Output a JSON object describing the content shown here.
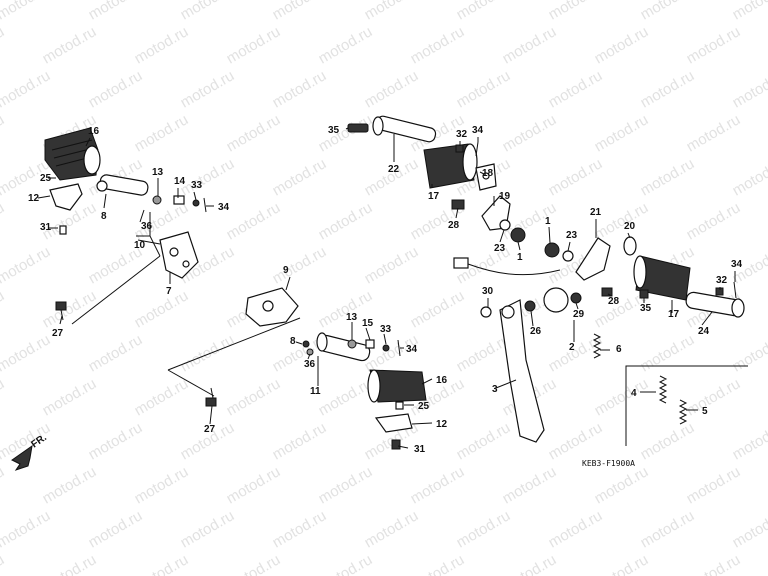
{
  "watermark": "motod.ru",
  "diagram_code": "KEB3-F1900A",
  "direction_label": "FR.",
  "callouts": [
    "16",
    "25",
    "12",
    "31",
    "8",
    "13",
    "14",
    "33",
    "34",
    "36",
    "10",
    "7",
    "27",
    "9",
    "35",
    "22",
    "32",
    "34",
    "17",
    "18",
    "19",
    "28",
    "23",
    "1",
    "21",
    "23",
    "1",
    "20",
    "32",
    "34",
    "30",
    "26",
    "29",
    "2",
    "6",
    "3",
    "28",
    "35",
    "17",
    "24",
    "4",
    "5",
    "13",
    "15",
    "33",
    "8",
    "36",
    "34",
    "11",
    "16",
    "25",
    "12",
    "31",
    "27"
  ]
}
